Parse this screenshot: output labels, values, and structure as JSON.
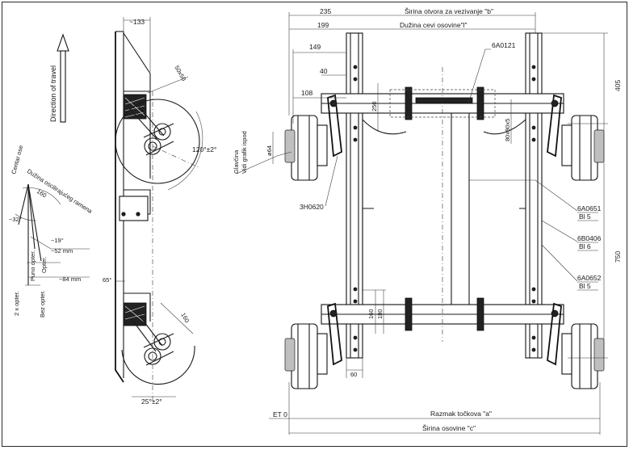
{
  "dimensions": {
    "d133": "~133",
    "d50x50": "50x50",
    "d120": "120°±2°",
    "d65": "65°",
    "d160a": "160",
    "d25": "25°±2°",
    "d235": "235",
    "d199": "199",
    "d149": "149",
    "d40": "40",
    "d108": "108",
    "d64": "ø64",
    "d250": "250",
    "d80x80": "80x80x5",
    "d405": "405",
    "d750": "750",
    "d160b": "160",
    "d180": "180",
    "d60": "60",
    "d160c": "160",
    "d32": "~32°",
    "d19": "~19°",
    "d52": "~52 mm",
    "d84": "~84 mm"
  },
  "labels": {
    "direction": "Direction of travel",
    "sirina_otvora": "Širina otvora za vezivanje \"b\"",
    "duzina_cevi": "Dužina cevi osovine\"l\"",
    "code_6a0121": "6A0121",
    "glavcina": "Glavčina",
    "vidi_grafik": "Vidi grafik ispod",
    "code_3h0620": "3H0620",
    "code_6a0651": "6A0651",
    "bl5a": "Bl 5",
    "code_6b0406": "6B0406",
    "bl6": "Bl 6",
    "code_6a0652": "6A0652",
    "bl5b": "Bl 5",
    "et0": "ET 0",
    "razmak": "Razmak točkova \"a\"",
    "sirina_osovine": "Širina osovine \"c\"",
    "centar_ose": "Centar ose",
    "duzina_osc": "Dužina oscilirajućeg ramena",
    "puno_opter": "Puno opter.",
    "opter": "Opter.",
    "bez_opter": "Bez opter.",
    "two_x_opter": "2 x opter."
  }
}
